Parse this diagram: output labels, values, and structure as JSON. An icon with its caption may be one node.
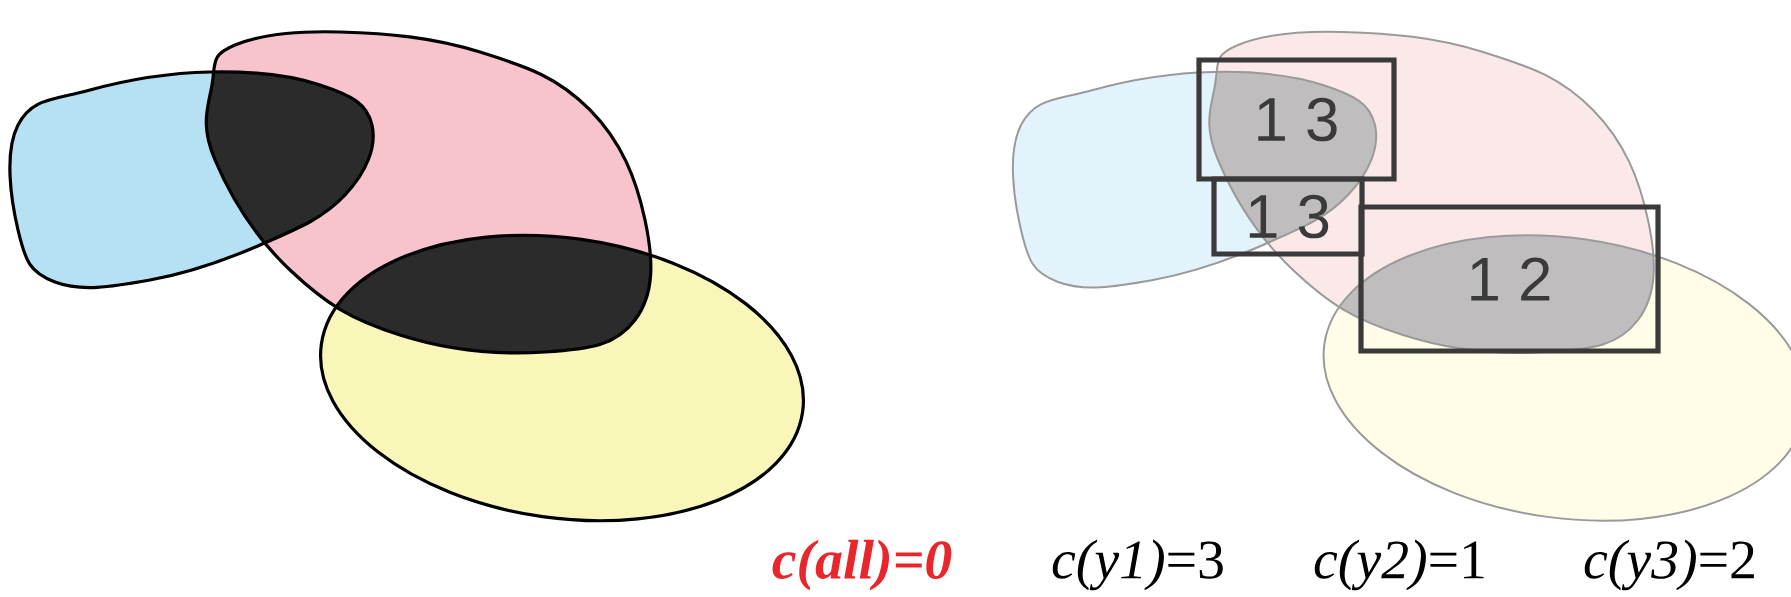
{
  "diagram": {
    "nodes": [
      {
        "text": [
          "1 3"
        ]
      },
      {
        "text": [
          "1 3"
        ]
      },
      {
        "text": [
          "1 2"
        ]
      }
    ],
    "labels": [
      "c(all)=0",
      "*c(y1)*=3",
      "*c(y2)*=1",
      "*c(y3)*=2"
    ]
  }
}
